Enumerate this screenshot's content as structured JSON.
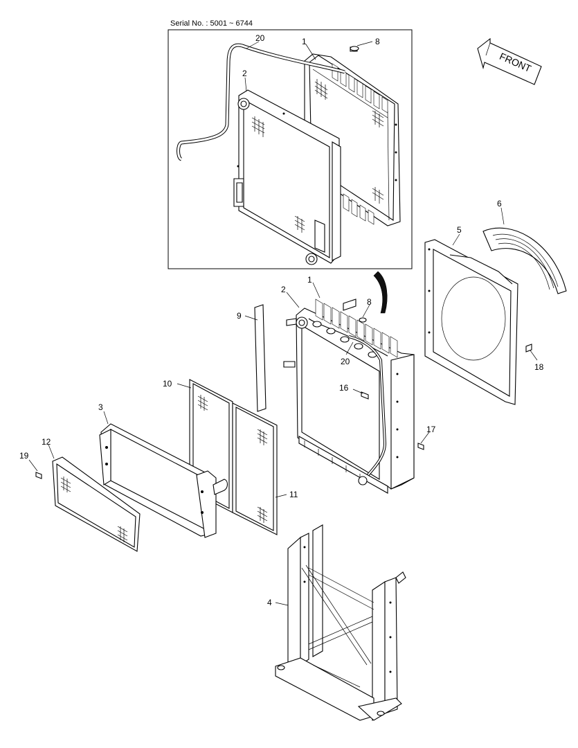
{
  "diagram": {
    "serial_range": "Serial No. : 5001 ~ 6744",
    "front_label": "FRONT",
    "callouts": {
      "inset_20": "20",
      "inset_1": "1",
      "inset_8": "8",
      "inset_2": "2",
      "c1": "1",
      "c2": "2",
      "c8": "8",
      "c20": "20",
      "c9": "9",
      "c16": "16",
      "c17": "17",
      "c10": "10",
      "c11": "11",
      "c3": "3",
      "c12": "12",
      "c19": "19",
      "c5": "5",
      "c6": "6",
      "c18": "18",
      "c4": "4"
    }
  }
}
